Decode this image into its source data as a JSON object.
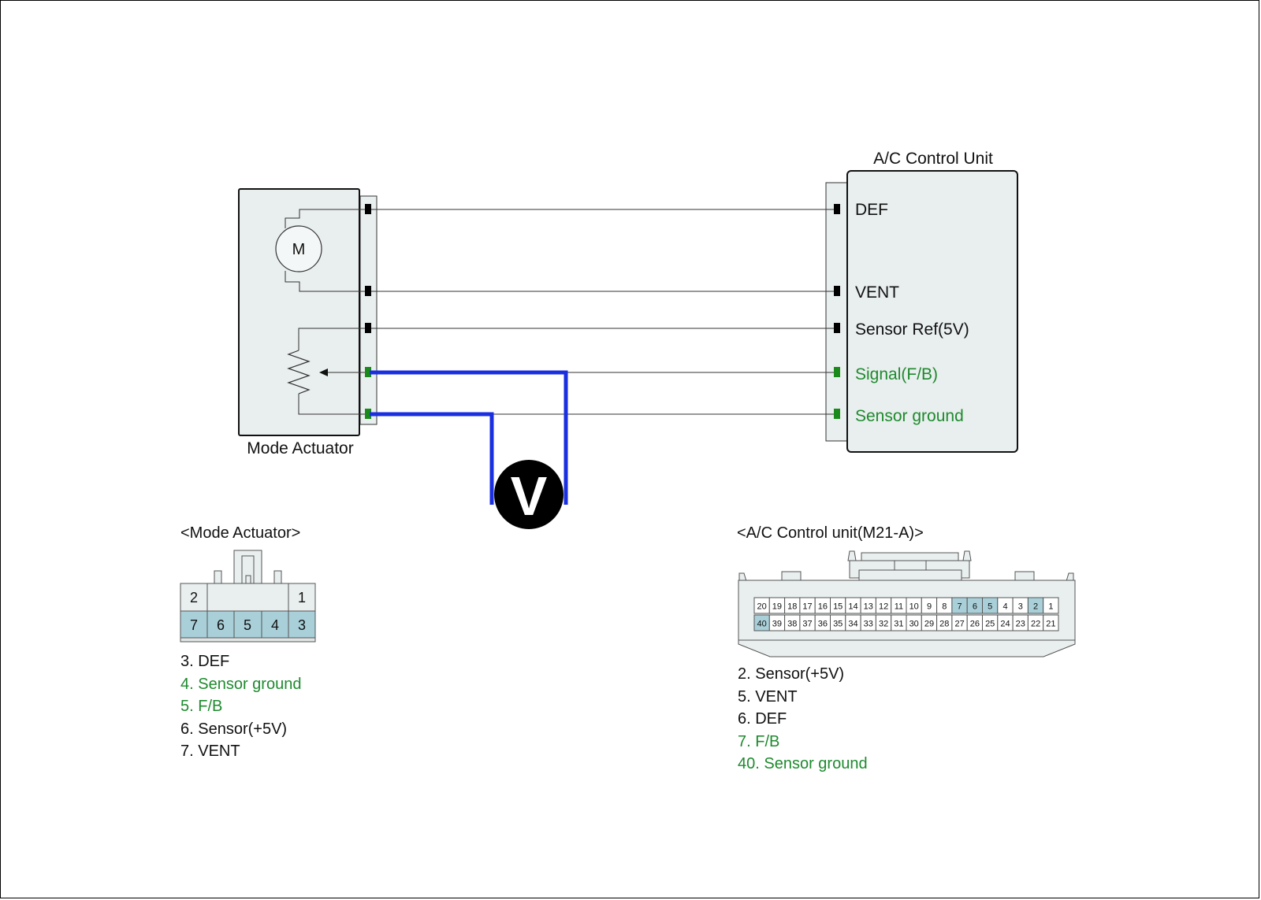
{
  "actuator": {
    "title": "Mode Actuator",
    "motor_symbol": "M"
  },
  "control_unit": {
    "title": "A/C Control Unit",
    "terminals": [
      {
        "label": "DEF",
        "highlight": false
      },
      {
        "label": "VENT",
        "highlight": false
      },
      {
        "label": "Sensor Ref(5V)",
        "highlight": false
      },
      {
        "label": "Signal(F/B)",
        "highlight": true
      },
      {
        "label": "Sensor ground",
        "highlight": true
      }
    ]
  },
  "voltmeter": {
    "symbol": "V"
  },
  "actuator_connector": {
    "title": "<Mode Actuator>",
    "top_pins": [
      "2",
      "1"
    ],
    "bottom_pins": [
      "7",
      "6",
      "5",
      "4",
      "3"
    ],
    "legend": [
      {
        "text": "3. DEF",
        "highlight": false
      },
      {
        "text": "4. Sensor ground",
        "highlight": true
      },
      {
        "text": "5. F/B",
        "highlight": true
      },
      {
        "text": "6. Sensor(+5V)",
        "highlight": false
      },
      {
        "text": "7. VENT",
        "highlight": false
      }
    ]
  },
  "ecu_connector": {
    "title": "<A/C Control unit(M21-A)>",
    "top_row": [
      "20",
      "19",
      "18",
      "17",
      "16",
      "15",
      "14",
      "13",
      "12",
      "11",
      "10",
      "9",
      "8",
      "7",
      "6",
      "5",
      "4",
      "3",
      "2",
      "1"
    ],
    "bottom_row": [
      "40",
      "39",
      "38",
      "37",
      "36",
      "35",
      "34",
      "33",
      "32",
      "31",
      "30",
      "29",
      "28",
      "27",
      "26",
      "25",
      "24",
      "23",
      "22",
      "21"
    ],
    "shaded_pins": [
      "7",
      "6",
      "5",
      "2",
      "40"
    ],
    "legend": [
      {
        "text": "2. Sensor(+5V)",
        "highlight": false
      },
      {
        "text": "5. VENT",
        "highlight": false
      },
      {
        "text": "6. DEF",
        "highlight": false
      },
      {
        "text": "7. F/B",
        "highlight": true
      },
      {
        "text": "40. Sensor ground",
        "highlight": true
      }
    ]
  },
  "colors": {
    "housing": "#e9eeee",
    "pin_shade": "#a9d0d9",
    "probe_wire": "#1a2fe0",
    "highlight_text": "#1e8a2e",
    "terminal_dark": "#000000",
    "terminal_green": "#1a8a1a"
  }
}
